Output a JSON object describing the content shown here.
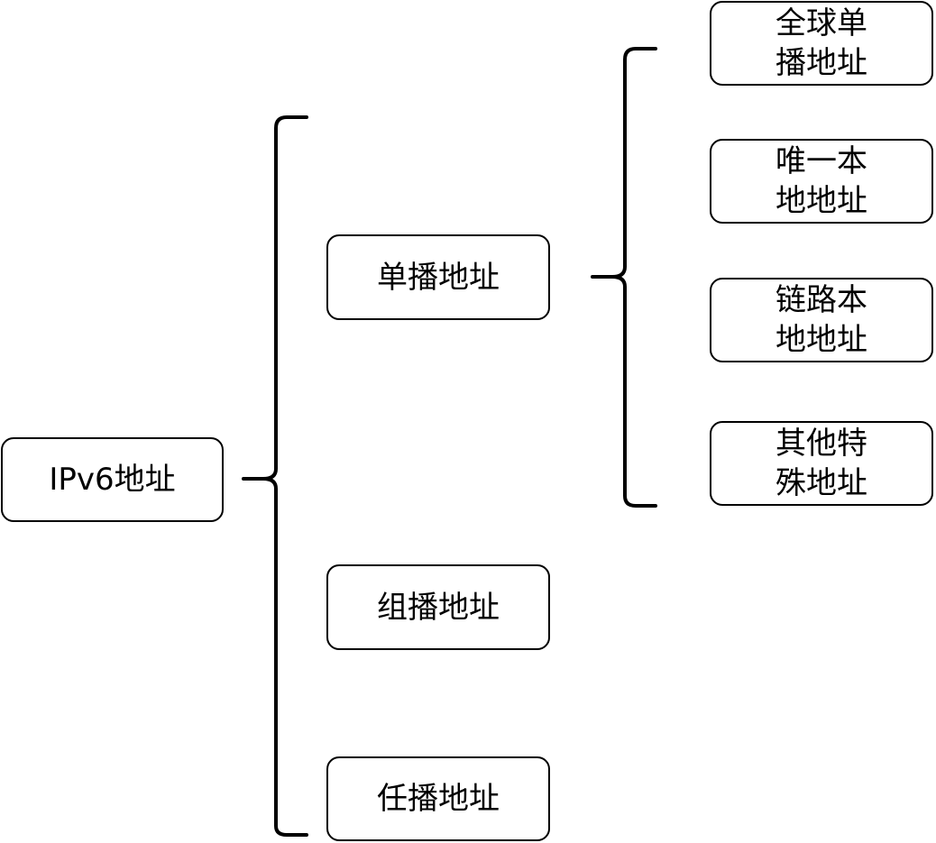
{
  "root": {
    "label": "IPv6地址"
  },
  "level1": [
    {
      "label": "单播地址"
    },
    {
      "label": "组播地址"
    },
    {
      "label": "任播地址"
    }
  ],
  "unicast_children": [
    {
      "line1": "全球单",
      "line2": "播地址"
    },
    {
      "line1": "唯一本",
      "line2": "地地址"
    },
    {
      "line1": "链路本",
      "line2": "地地址"
    },
    {
      "line1": "其他特",
      "line2": "殊地址"
    }
  ]
}
